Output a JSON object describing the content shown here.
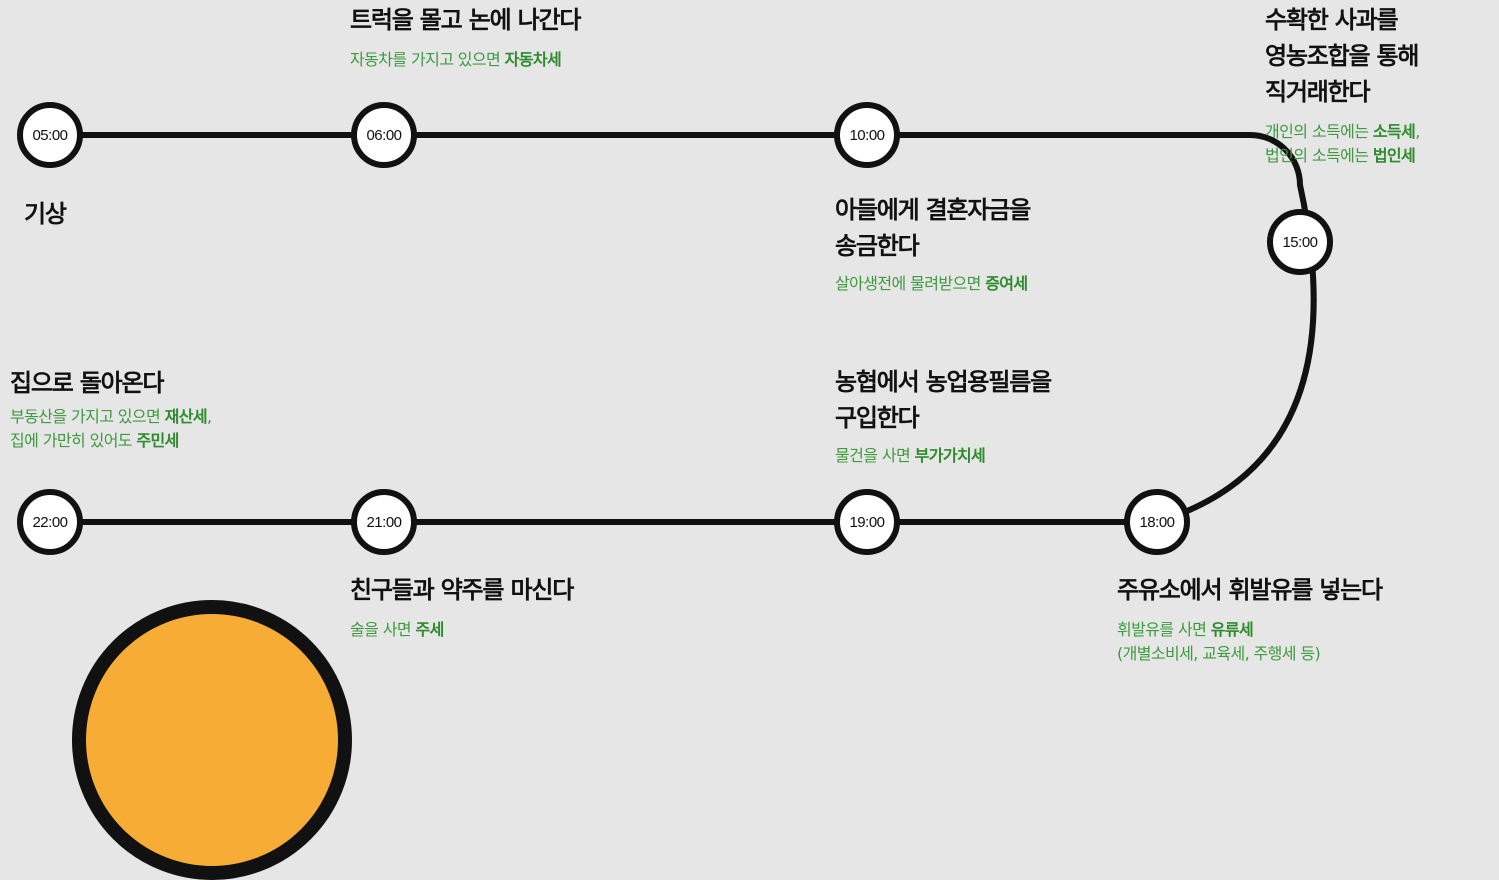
{
  "nodes": [
    {
      "time": "05:00"
    },
    {
      "time": "06:00"
    },
    {
      "time": "10:00"
    },
    {
      "time": "15:00"
    },
    {
      "time": "18:00"
    },
    {
      "time": "19:00"
    },
    {
      "time": "21:00"
    },
    {
      "time": "22:00"
    }
  ],
  "events": {
    "wake": {
      "title": "기상"
    },
    "truck": {
      "title": "트럭을 몰고 논에 나간다",
      "desc_pre": "자동차를 가지고 있으면 ",
      "tax": "자동차세"
    },
    "apple": {
      "title_1": "수확한 사과를",
      "title_2": "영농조합을 통해",
      "title_3": "직거래한다",
      "desc1_pre": "개인의 소득에는 ",
      "tax1": "소득세",
      "desc1_post": ",",
      "desc2_pre": "법인의 소득에는 ",
      "tax2": "법인세"
    },
    "money": {
      "title_1": "아들에게 결혼자금을",
      "title_2": "송금한다",
      "desc_pre": "살아생전에 물려받으면 ",
      "tax": "증여세"
    },
    "home": {
      "title": "집으로 돌아온다",
      "desc1_pre": "부동산을 가지고 있으면 ",
      "tax1": "재산세",
      "desc1_post": ",",
      "desc2_pre": "집에 가만히 있어도 ",
      "tax2": "주민세"
    },
    "film": {
      "title_1": "농협에서 농업용필름을",
      "title_2": "구입한다",
      "desc_pre": "물건을 사면 ",
      "tax": "부가가치세"
    },
    "drink": {
      "title": "친구들과 약주를 마신다",
      "desc_pre": "술을 사면 ",
      "tax": "주세"
    },
    "fuel": {
      "title": "주유소에서 휘발유를 넣는다",
      "desc_pre": "휘발유를 사면 ",
      "tax": "유류세",
      "desc2": "(개별소비세, 교육세, 주행세 등)"
    }
  },
  "colors": {
    "background": "#e6e6e6",
    "line": "#111111",
    "tax_text": "#3e9a3e",
    "sun": "#f7ad35"
  }
}
